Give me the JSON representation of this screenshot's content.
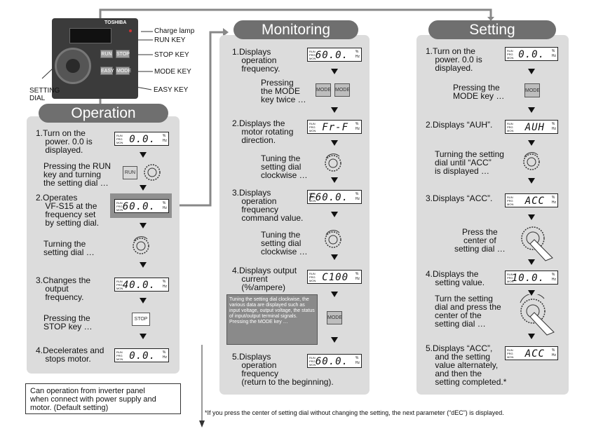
{
  "device": {
    "brand": "TOSHIBA",
    "run_key": "RUN",
    "stop_key": "STOP",
    "easy_key": "EASY",
    "mode_key": "MODE",
    "callouts": [
      "Charge lamp",
      "RUN KEY",
      "STOP KEY",
      "MODE KEY",
      "EASY KEY"
    ],
    "setting_dial_label": "SETTING\nDIAL"
  },
  "operation": {
    "title": "Operation",
    "steps": [
      {
        "text": "1.Turn on the\n    power. 0.0 is\n    displayed.",
        "display": "0.0."
      },
      {
        "text": "Pressing the RUN\nkey and turning\nthe setting dial …",
        "key": "RUN"
      },
      {
        "text": "2.Operates\n    VF-S15 at the\n    frequency set\n    by setting dial.",
        "display": "60.0."
      },
      {
        "text": "Turning the\nsetting dial …"
      },
      {
        "text": "3.Changes the\n    output\n    frequency.",
        "display": "40.0."
      },
      {
        "text": "Pressing the\nSTOP key …",
        "key": "STOP"
      },
      {
        "text": "4.Decelerates and\n    stops motor.",
        "display": "0.0."
      }
    ]
  },
  "monitoring": {
    "title": "Monitoring",
    "steps": [
      {
        "text": "1.Displays\n    operation\n    frequency.",
        "display": "60.0."
      },
      {
        "text": "Pressing\nthe MODE\nkey twice …",
        "key": "MODE"
      },
      {
        "text": "2.Displays the\n    motor rotating\n    direction.",
        "display": "Fr-F"
      },
      {
        "text": "Tuning the\nsetting dial\nclockwise …"
      },
      {
        "text": "3.Displays\n    operation\n    frequency\n    command value.",
        "display": "F60.0."
      },
      {
        "text": "Tuning the\nsetting dial\nclockwise …"
      },
      {
        "text": "4.Displays output\n    current\n    (%/ampere)",
        "display": "C100"
      },
      {
        "text": "Tuning the setting dial clockwise, the various data are displayed such as input voltage, output voltage, the status of input/output terminal signals. Pressing the MODE key …",
        "key": "MODE"
      },
      {
        "text": "5.Displays\n    operation\n    frequency\n    (return to the beginning).",
        "display": "60.0."
      }
    ]
  },
  "setting": {
    "title": "Setting",
    "steps": [
      {
        "text": "1.Turn on the\n    power. 0.0 is\n    displayed.",
        "display": "0.0."
      },
      {
        "text": "Pressing the\nMODE key …",
        "key": "MODE"
      },
      {
        "text": "2.Displays “AUH”.",
        "display": "AUH"
      },
      {
        "text": "Turning the setting\ndial until “ACC”\nis displayed …"
      },
      {
        "text": "3.Displays “ACC”.",
        "display": "ACC"
      },
      {
        "text": "Press the\ncenter of\nsetting dial …"
      },
      {
        "text": "4.Displays the\n    setting value.",
        "display": "10.0."
      },
      {
        "text": "Turn the setting\ndial and press the\ncenter of the\nsetting dial …"
      },
      {
        "text": "5.Displays “ACC”,\n    and the setting\n    value alternately,\n    and then the\n    setting completed.*",
        "display": "ACC"
      }
    ]
  },
  "lcd_marks": {
    "left": "RUN\nPRG\nMON",
    "right": "%\nHz"
  },
  "note": "Can operation from inverter panel\nwhen connect with power supply and\nmotor. (Default setting)",
  "footnote": "*If you press the center of setting dial without changing the setting, the next parameter (“dEC”) is displayed."
}
